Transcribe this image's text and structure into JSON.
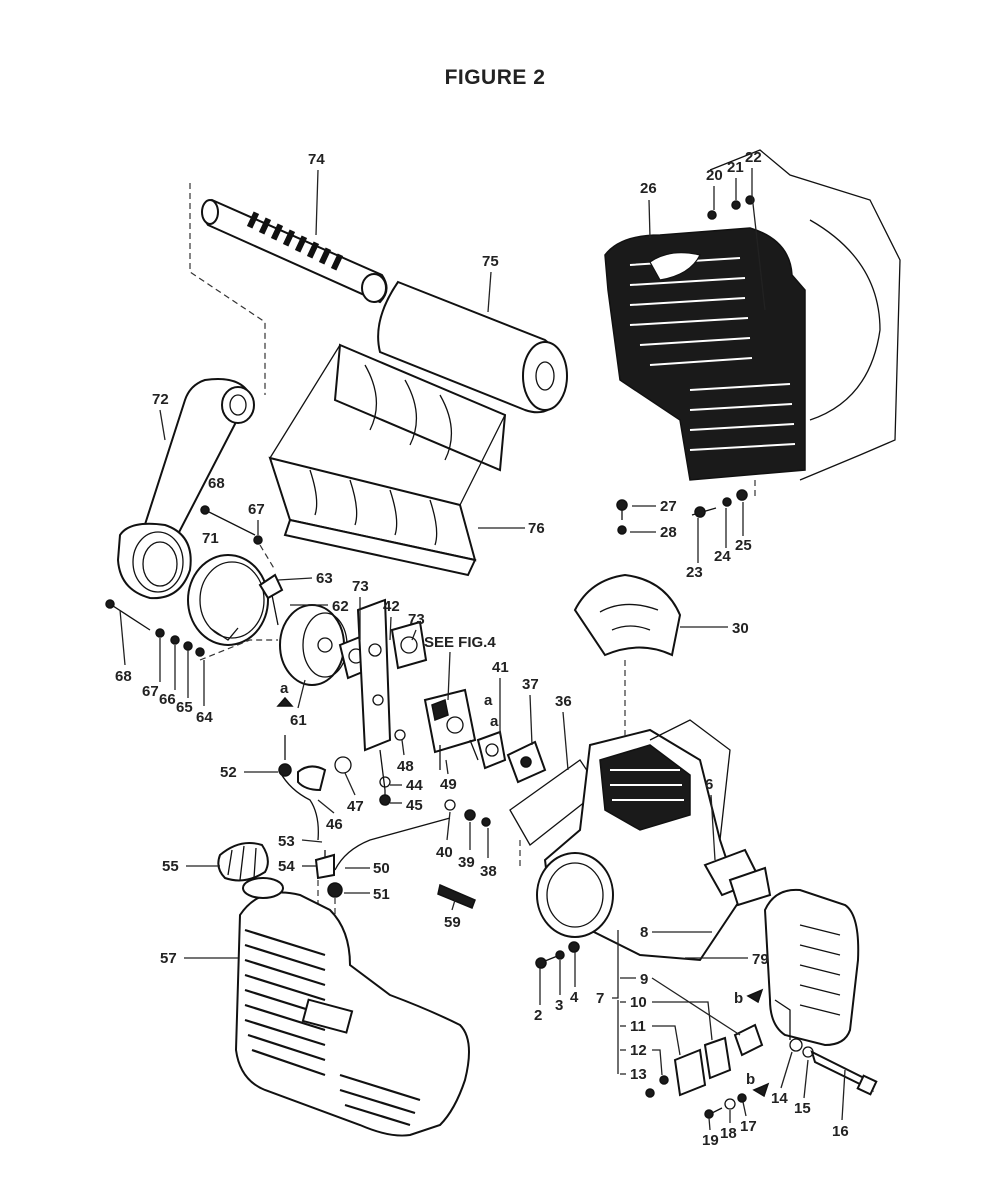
{
  "figure": {
    "title": "FIGURE 2",
    "note": "SEE FIG.4"
  },
  "callouts": [
    {
      "id": "74",
      "text": "74"
    },
    {
      "id": "75",
      "text": "75"
    },
    {
      "id": "26",
      "text": "26"
    },
    {
      "id": "20",
      "text": "20"
    },
    {
      "id": "21",
      "text": "21"
    },
    {
      "id": "22",
      "text": "22"
    },
    {
      "id": "72",
      "text": "72"
    },
    {
      "id": "68a",
      "text": "68"
    },
    {
      "id": "67a",
      "text": "67"
    },
    {
      "id": "76",
      "text": "76"
    },
    {
      "id": "27",
      "text": "27"
    },
    {
      "id": "28",
      "text": "28"
    },
    {
      "id": "23",
      "text": "23"
    },
    {
      "id": "24",
      "text": "24"
    },
    {
      "id": "25",
      "text": "25"
    },
    {
      "id": "71",
      "text": "71"
    },
    {
      "id": "63",
      "text": "63"
    },
    {
      "id": "73a",
      "text": "73"
    },
    {
      "id": "42",
      "text": "42"
    },
    {
      "id": "73b",
      "text": "73"
    },
    {
      "id": "62",
      "text": "62"
    },
    {
      "id": "30",
      "text": "30"
    },
    {
      "id": "68b",
      "text": "68"
    },
    {
      "id": "67b",
      "text": "67"
    },
    {
      "id": "66",
      "text": "66"
    },
    {
      "id": "65",
      "text": "65"
    },
    {
      "id": "64",
      "text": "64"
    },
    {
      "id": "61",
      "text": "61"
    },
    {
      "id": "41",
      "text": "41"
    },
    {
      "id": "37",
      "text": "37"
    },
    {
      "id": "36",
      "text": "36"
    },
    {
      "id": "a1",
      "text": "a"
    },
    {
      "id": "a2",
      "text": "a"
    },
    {
      "id": "a3",
      "text": "a"
    },
    {
      "id": "52",
      "text": "52"
    },
    {
      "id": "48",
      "text": "48"
    },
    {
      "id": "44",
      "text": "44"
    },
    {
      "id": "47",
      "text": "47"
    },
    {
      "id": "49",
      "text": "49"
    },
    {
      "id": "45",
      "text": "45"
    },
    {
      "id": "46",
      "text": "46"
    },
    {
      "id": "6",
      "text": "6"
    },
    {
      "id": "53",
      "text": "53"
    },
    {
      "id": "40",
      "text": "40"
    },
    {
      "id": "39",
      "text": "39"
    },
    {
      "id": "38",
      "text": "38"
    },
    {
      "id": "54",
      "text": "54"
    },
    {
      "id": "50",
      "text": "50"
    },
    {
      "id": "55",
      "text": "55"
    },
    {
      "id": "51",
      "text": "51"
    },
    {
      "id": "59",
      "text": "59"
    },
    {
      "id": "8",
      "text": "8"
    },
    {
      "id": "57",
      "text": "57"
    },
    {
      "id": "79",
      "text": "79"
    },
    {
      "id": "9",
      "text": "9"
    },
    {
      "id": "b1",
      "text": "b"
    },
    {
      "id": "2",
      "text": "2"
    },
    {
      "id": "3",
      "text": "3"
    },
    {
      "id": "4",
      "text": "4"
    },
    {
      "id": "7",
      "text": "7"
    },
    {
      "id": "10",
      "text": "10"
    },
    {
      "id": "11",
      "text": "11"
    },
    {
      "id": "12",
      "text": "12"
    },
    {
      "id": "13",
      "text": "13"
    },
    {
      "id": "b2",
      "text": "b"
    },
    {
      "id": "14",
      "text": "14"
    },
    {
      "id": "15",
      "text": "15"
    },
    {
      "id": "16",
      "text": "16"
    },
    {
      "id": "17",
      "text": "17"
    },
    {
      "id": "18",
      "text": "18"
    },
    {
      "id": "19",
      "text": "19"
    }
  ]
}
